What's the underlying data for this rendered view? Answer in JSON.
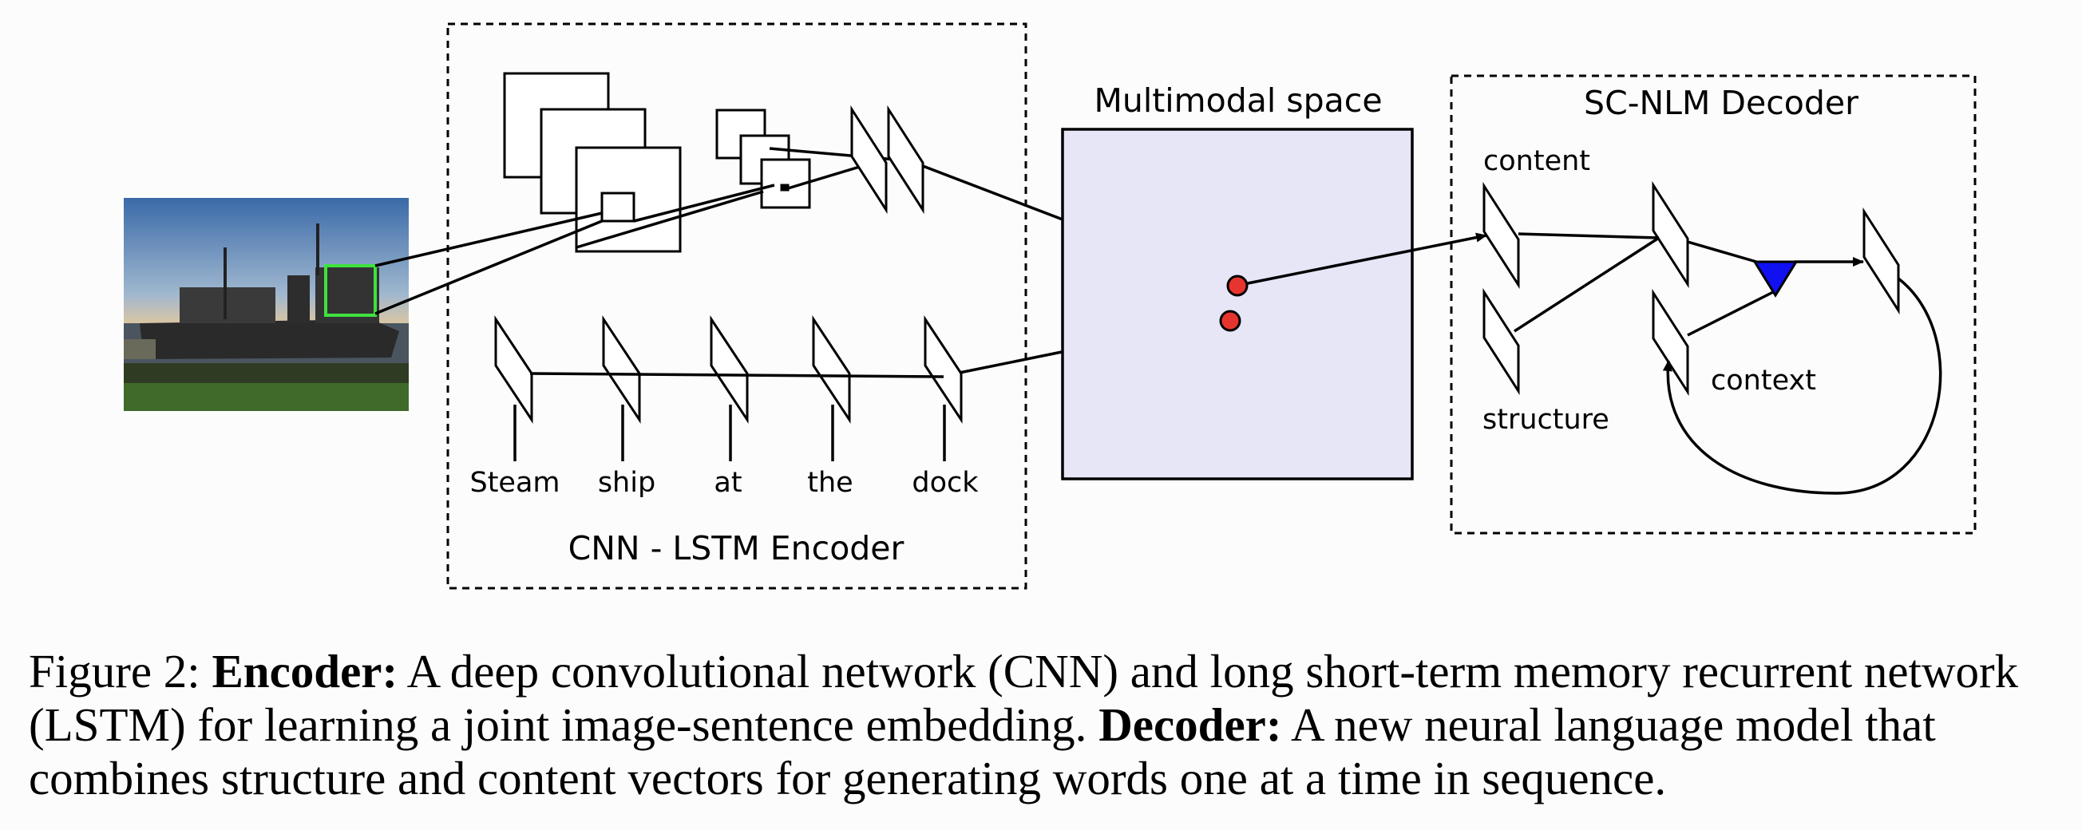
{
  "figure": {
    "encoder_title": "CNN - LSTM Encoder",
    "multimodal_title": "Multimodal space",
    "decoder_title": "SC-NLM Decoder",
    "words": [
      "Steam",
      "ship",
      "at",
      "the",
      "dock"
    ],
    "decoder_labels": {
      "content": "content",
      "structure": "structure",
      "context": "context"
    },
    "colors": {
      "multimodal_fill": "#e6e6f7",
      "embedding_point": "#e8342f",
      "attention_triangle": "#1010f0",
      "image_box": "#3ee23e"
    }
  },
  "caption": {
    "figure_label": "Figure 2:",
    "encoder_head": "Encoder:",
    "encoder_text": "A deep convolutional network (CNN) and long short-term memory recurrent network (LSTM) for learning a joint image-sentence embedding.",
    "decoder_head": "Decoder:",
    "decoder_text": "A new neural language model that combines structure and content vectors for generating words one at a time in sequence."
  }
}
